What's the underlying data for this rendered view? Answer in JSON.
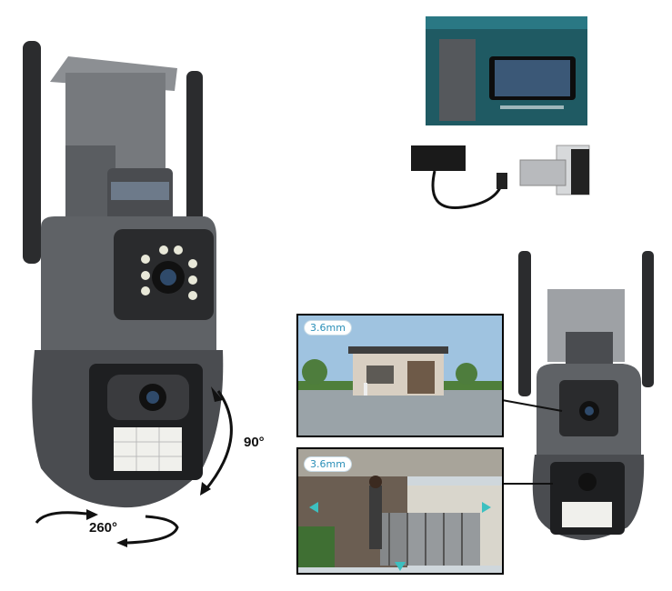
{
  "product": {
    "tilt_label": "90°",
    "pan_label": "260°"
  },
  "views": [
    {
      "lens_label": "3.6mm"
    },
    {
      "lens_label": "3.6mm"
    }
  ],
  "colors": {
    "housing": "#5f6266",
    "housing_dark": "#3b3d40",
    "lens_tag_text": "#2a8fb8"
  }
}
